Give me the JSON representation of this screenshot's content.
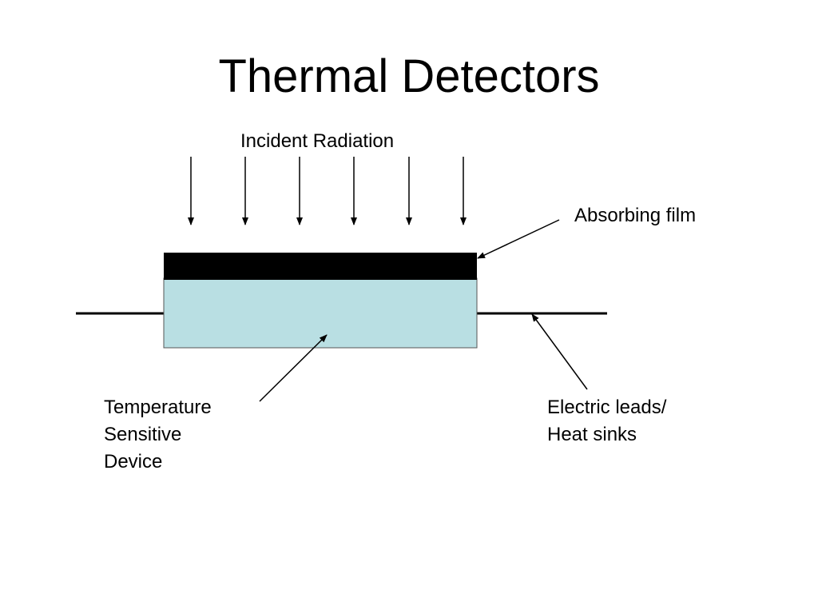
{
  "slide": {
    "title": "Thermal Detectors"
  },
  "diagram": {
    "labels": {
      "incident_radiation": "Incident Radiation",
      "absorbing_film": "Absorbing film",
      "temperature_sensitive_device": [
        "Temperature",
        "Sensitive",
        "Device"
      ],
      "electric_leads_heat_sinks": [
        "Electric leads/",
        "Heat sinks"
      ]
    },
    "colors": {
      "absorbing_film": "#000000",
      "sensitive_device": "#b9dfe3",
      "lines": "#000000"
    }
  }
}
